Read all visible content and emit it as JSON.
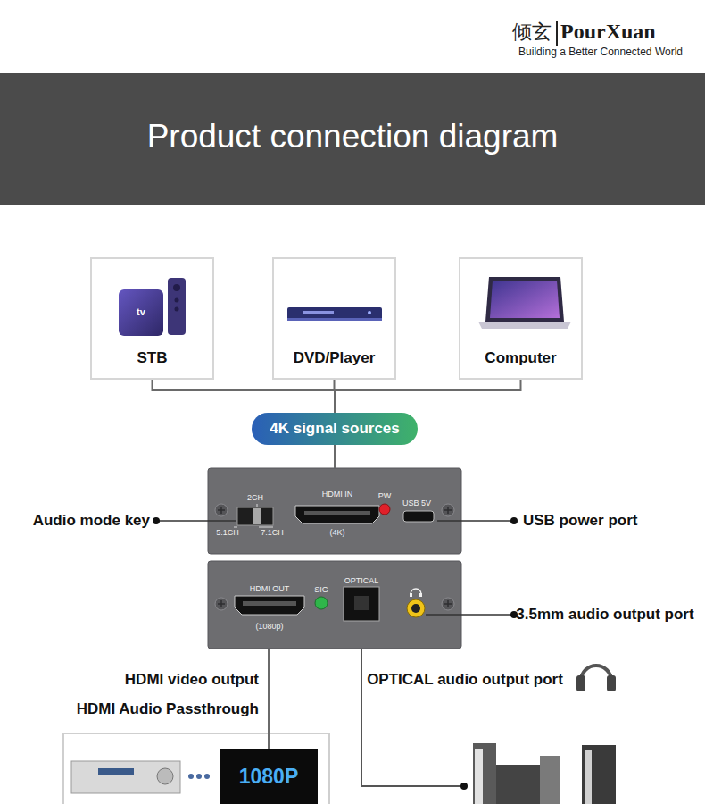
{
  "diagram": {
    "title": "Product connection diagram",
    "nodes": [
      {
        "text": [
          "STB"
        ]
      },
      {
        "text": [
          "DVD/Player"
        ]
      },
      {
        "text": [
          "Computer"
        ]
      },
      {
        "text": [
          "4K signal sources"
        ]
      },
      {
        "text": [
          "2CH",
          "5.1CH",
          "7.1CH",
          "HDMI IN",
          "(4K)",
          "PW",
          "USB 5V"
        ]
      },
      {
        "text": [
          "HDMI OUT",
          "(1080p)",
          "SIG",
          "OPTICAL"
        ]
      },
      {
        "text": [
          "1080P"
        ]
      }
    ],
    "edges": [
      {
        "from": 0,
        "to": 3,
        "arrow": "none"
      },
      {
        "from": 1,
        "to": 3,
        "arrow": "none"
      },
      {
        "from": 2,
        "to": 3,
        "arrow": "none"
      },
      {
        "from": 3,
        "to": 4,
        "arrow": "none"
      },
      {
        "from": 5,
        "to": 6,
        "arrow": "none"
      }
    ],
    "labels": [
      "倾玄",
      "PourXuan",
      "Building a Better Connected World",
      "tv",
      "Audio mode key",
      "USB power port",
      "3.5mm audio output port",
      "HDMI video output",
      "HDMI Audio Passthrough",
      "OPTICAL audio output port"
    ]
  }
}
